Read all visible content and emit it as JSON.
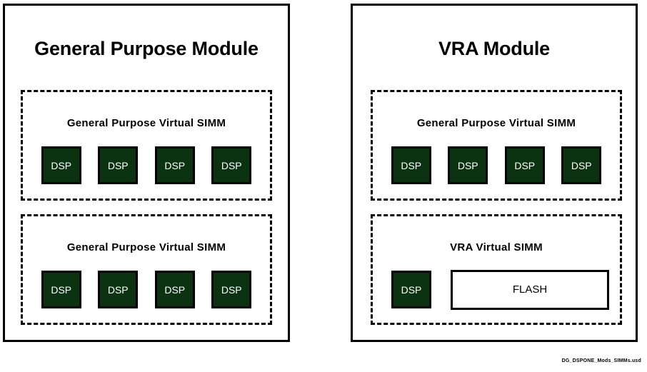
{
  "diagram": {
    "caption": "DG_DSPONE_Mods_SIMMs.usd",
    "colors": {
      "dsp_fill": "#0b3312",
      "border": "#000000",
      "background": "#ffffff",
      "flash_fill": "#ffffff"
    },
    "panels": [
      {
        "id": "general-purpose-module",
        "title": "General Purpose Module",
        "groups": [
          {
            "id": "gp-simm-1",
            "label": "General  Purpose  Virtual  SIMM",
            "chips": [
              {
                "type": "dsp",
                "label": "DSP"
              },
              {
                "type": "dsp",
                "label": "DSP"
              },
              {
                "type": "dsp",
                "label": "DSP"
              },
              {
                "type": "dsp",
                "label": "DSP"
              }
            ]
          },
          {
            "id": "gp-simm-2",
            "label": "General  Purpose  Virtual  SIMM",
            "chips": [
              {
                "type": "dsp",
                "label": "DSP"
              },
              {
                "type": "dsp",
                "label": "DSP"
              },
              {
                "type": "dsp",
                "label": "DSP"
              },
              {
                "type": "dsp",
                "label": "DSP"
              }
            ]
          }
        ]
      },
      {
        "id": "vra-module",
        "title": "VRA Module",
        "groups": [
          {
            "id": "vra-simm-1",
            "label": "General  Purpose  Virtual  SIMM",
            "chips": [
              {
                "type": "dsp",
                "label": "DSP"
              },
              {
                "type": "dsp",
                "label": "DSP"
              },
              {
                "type": "dsp",
                "label": "DSP"
              },
              {
                "type": "dsp",
                "label": "DSP"
              }
            ]
          },
          {
            "id": "vra-simm-2",
            "label": "VRA  Virtual  SIMM",
            "chips": [
              {
                "type": "dsp",
                "label": "DSP"
              },
              {
                "type": "flash",
                "label": "FLASH"
              }
            ]
          }
        ]
      }
    ]
  }
}
